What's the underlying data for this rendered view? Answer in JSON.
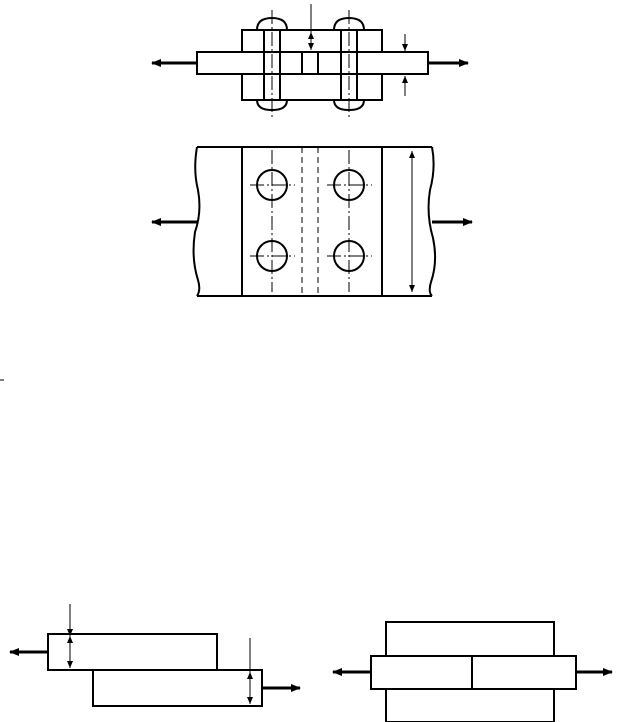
{
  "figure": {
    "background": "#ffffff",
    "ink": "#000000"
  },
  "views": [
    {
      "name": "riveted-lap-joint-section"
    },
    {
      "name": "riveted-lap-joint-plan"
    },
    {
      "name": "lap-weld-joint"
    },
    {
      "name": "double-cover-joint"
    }
  ]
}
